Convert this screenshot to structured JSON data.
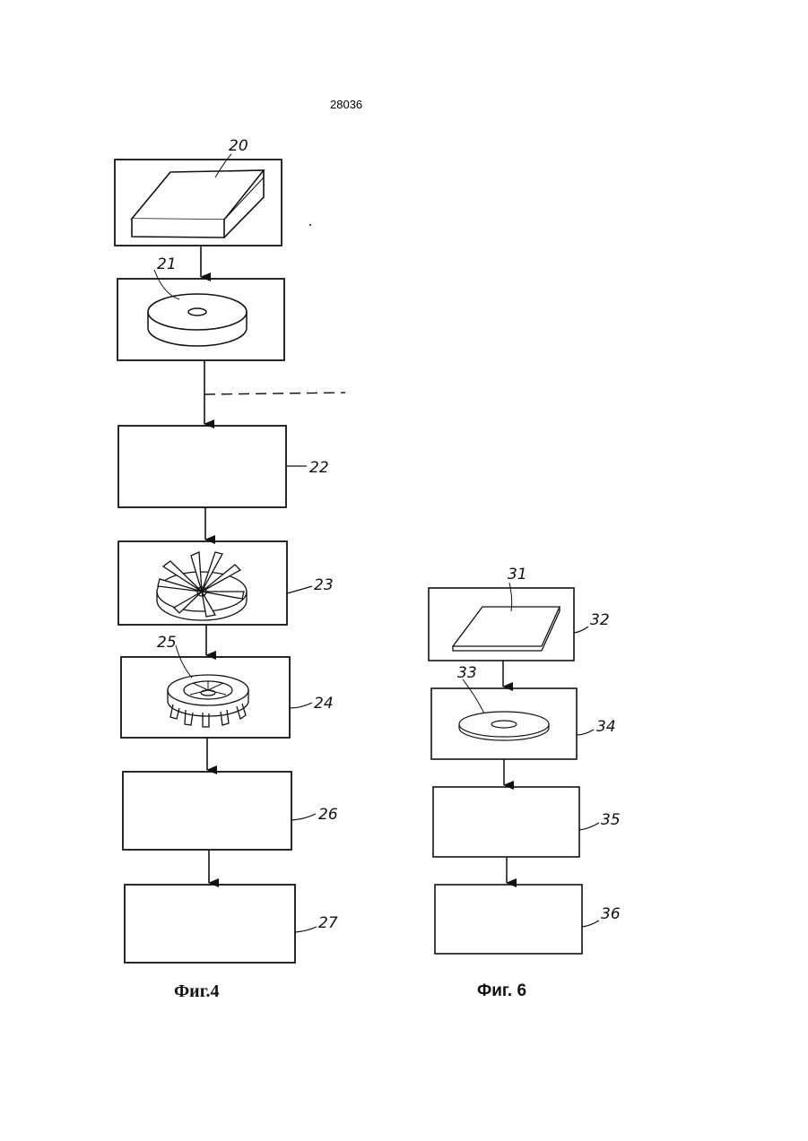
{
  "page_number": "28036",
  "figure4": {
    "caption": "Фиг.4",
    "labels": {
      "plate": "20",
      "disc": "21",
      "step3": "22",
      "impeller_blank": "23",
      "impeller": "24",
      "impeller_inner": "25",
      "step6": "26",
      "step7": "27"
    }
  },
  "figure6": {
    "caption": "Фиг. 6",
    "labels": {
      "sheet": "31",
      "step1": "32",
      "washer": "33",
      "step2": "34",
      "step3": "35",
      "step4": "36"
    }
  },
  "colors": {
    "ink": "#111111",
    "paper": "#ffffff"
  }
}
